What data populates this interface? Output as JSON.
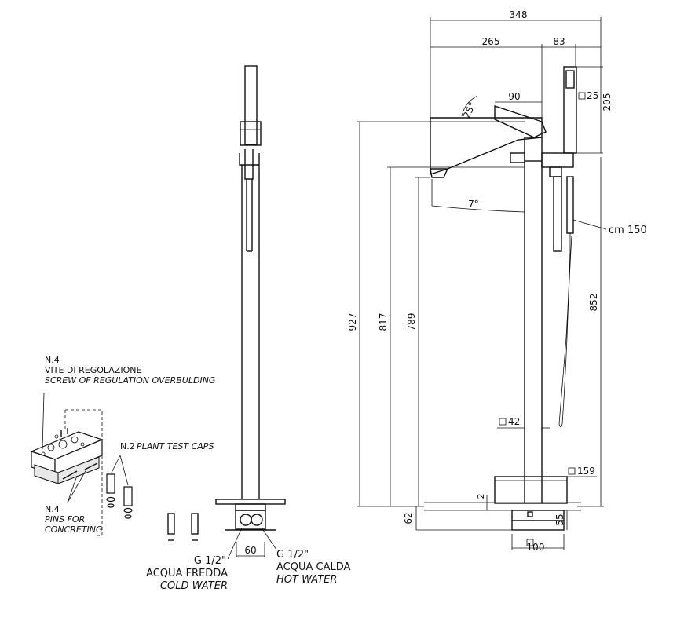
{
  "dimensions": {
    "overall_width": "348",
    "spout_reach": "265",
    "shower_offset": "83",
    "lever_length": "90",
    "lever_angle": "25°",
    "spout_angle": "7°",
    "handshower_square": "25",
    "handshower_height": "205",
    "hose_length": "cm 150",
    "height_total": "927",
    "height_spout": "817",
    "height_outlet": "789",
    "height_holder": "852",
    "column_square": "42",
    "base_square": "159",
    "gap": "2",
    "base_height": "62",
    "box_height": "55",
    "box_width": "100",
    "side_width": "60"
  },
  "detail": {
    "n4_top": "N.4",
    "screw_it": "VITE DI REGOLAZIONE",
    "screw_en": "SCREW OF REGULATION OVERBULDING",
    "n2": "N.2",
    "caps_en": "PLANT TEST CAPS",
    "n4_bottom": "N.4",
    "pins_en_1": "PINS FOR",
    "pins_en_2": "CONCRETING"
  },
  "connections": {
    "cold_size": "G 1/2\"",
    "cold_it": "ACQUA FREDDA",
    "cold_en": "COLD WATER",
    "hot_size": "G 1/2\"",
    "hot_it": "ACQUA CALDA",
    "hot_en": "HOT WATER"
  }
}
